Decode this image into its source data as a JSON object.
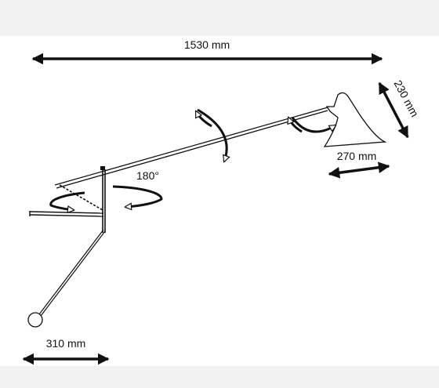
{
  "dimensions": {
    "overall_length": "1530 mm",
    "shade_height": "230 mm",
    "shade_width": "270 mm",
    "base_width": "310 mm",
    "rotation_angle": "180°"
  },
  "colors": {
    "background": "#f2f2f2",
    "canvas": "#ffffff",
    "line": "#111111"
  }
}
